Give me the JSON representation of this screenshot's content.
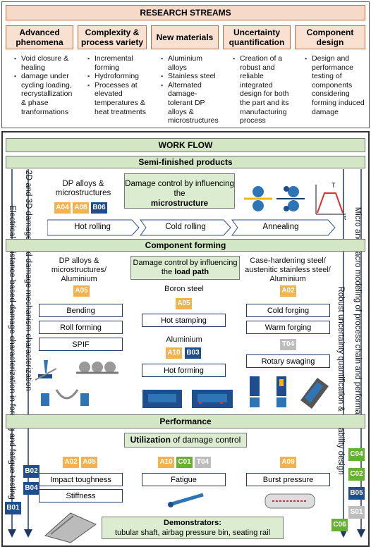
{
  "research": {
    "title": "RESEARCH STREAMS",
    "columns": [
      {
        "heading": "Advanced phenomena",
        "items": [
          "Void closure & healing",
          "damage under cycling loading, recrystallization & phase tranformations"
        ]
      },
      {
        "heading": "Complexity & process variety",
        "items": [
          "Incremental forming",
          "Hydroforming",
          "Processes at elevated temperatures & heat treatments"
        ]
      },
      {
        "heading": "New materials",
        "items": [
          "Aluminium alloys",
          "Stainless steel",
          "Alternated damage-tolerant DP alloys & microstructures"
        ]
      },
      {
        "heading": "Uncertainty quantification",
        "items": [
          "Creation of a robust and reliable integrated design for both the part and its manufacturing process"
        ]
      },
      {
        "heading": "Component design",
        "items": [
          "Design and performance testing of components considering forming induced damage"
        ]
      }
    ]
  },
  "workflow": {
    "title": "WORK FLOW",
    "left_vertical_1": "Electrical resistance-based damage characterization in forming and fatigue testing",
    "left_vertical_2": "2D and 3D damage and damage mechanism characterization",
    "right_vertical_1": "Micro and macro modeling of process chain and performance",
    "right_vertical_2": "Robust uncertainty quantification & Reliability design",
    "semi": {
      "title": "Semi-finished products",
      "material": "DP alloys & microstructures",
      "tags": [
        "A04",
        "A08",
        "B06"
      ],
      "control_pre": "Damage control by influencing the",
      "control_bold": "microstructure",
      "chart_t": "T",
      "chart_x": "t",
      "steps": [
        "Hot rolling",
        "Cold rolling",
        "Annealing"
      ]
    },
    "component": {
      "title": "Component forming",
      "left_material": "DP alloys & microstructures/ Aluminium",
      "left_tags": [
        "A05"
      ],
      "left_procs": [
        "Bending",
        "Roll forming",
        "SPIF"
      ],
      "control_pre": "Damage control by influencing the",
      "control_bold": "load path",
      "mid_material1": "Boron steel",
      "mid_tags1": [
        "A05"
      ],
      "mid_proc1": "Hot stamping",
      "mid_material2": "Aluminium",
      "mid_tags2": [
        "A10",
        "B03"
      ],
      "mid_proc2": "Hot forming",
      "right_material": "Case-hardening steel/ austenitic stainless steel/ Aluminium",
      "right_tags": [
        "A02"
      ],
      "right_procs": [
        "Cold forging",
        "Warm forging"
      ],
      "right_tag2": "T04",
      "right_proc3": "Rotary swaging"
    },
    "performance": {
      "title": "Performance",
      "util_bold": "Utilization",
      "util_rest": " of damage control",
      "left_tags": [
        "A02",
        "A05"
      ],
      "left_items": [
        "Impact toughness",
        "Stiffness"
      ],
      "mid_tags": [
        "A10",
        "C01",
        "T04"
      ],
      "mid_item": "Fatigue",
      "right_tags": [
        "A09"
      ],
      "right_item": "Burst pressure",
      "demo_title": "Demonstrators:",
      "demo_text": "tubular shaft, airbag pressure bin, seating rail"
    },
    "side_tags_left": [
      "B02",
      "B04",
      "B01"
    ],
    "side_tags_right": [
      "C04",
      "C02",
      "B05",
      "S01",
      "C06"
    ]
  }
}
